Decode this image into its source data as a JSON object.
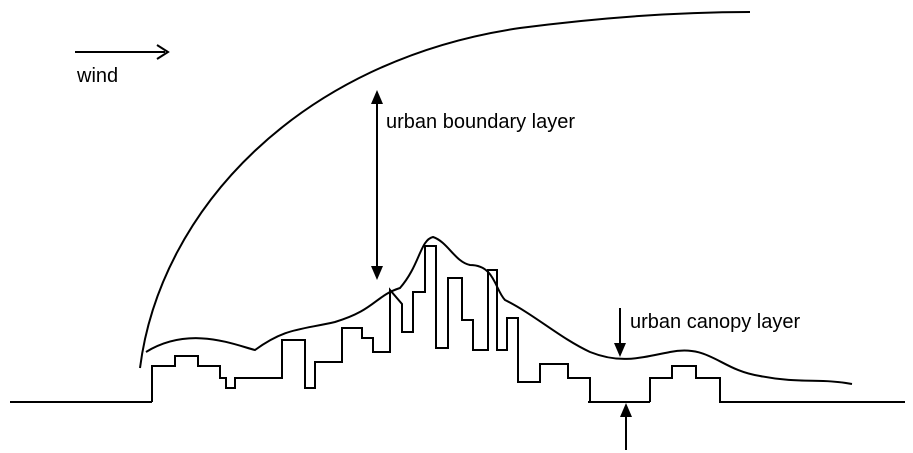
{
  "labels": {
    "wind": "wind",
    "urban_boundary_layer": "urban boundary layer",
    "urban_canopy_layer": "urban canopy layer"
  },
  "colors": {
    "line": "#000000",
    "background": "#ffffff"
  }
}
